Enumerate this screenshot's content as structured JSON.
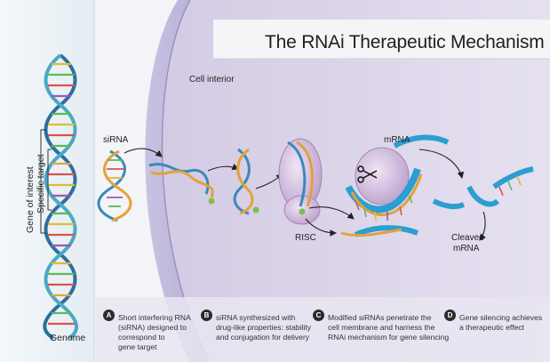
{
  "title": "The RNAi Therapeutic Mechanism",
  "labels": {
    "cell_interior": "Cell interior",
    "sirna": "siRNA",
    "mrna": "mRNA",
    "risc": "RISC",
    "cleaved_mrna_line1": "Cleaved",
    "cleaved_mrna_line2": "mRNA",
    "genome": "Genome",
    "gene_of_interest": "Gene of interest",
    "specific_target": "Specific target"
  },
  "steps": [
    {
      "letter": "A",
      "lines": [
        "Short interfering RNA",
        "(siRNA) designed to",
        "correspond to",
        "gene target"
      ]
    },
    {
      "letter": "B",
      "lines": [
        "siRNA synthesized with",
        "drug-like properties: stability",
        "and conjugation for delivery"
      ]
    },
    {
      "letter": "C",
      "lines": [
        "Modified siRNAs penetrate the",
        "cell membrane and harness the",
        "RNAi mechanism for gene silencing"
      ]
    },
    {
      "letter": "D",
      "lines": [
        "Gene silencing achieves",
        "a therapeutic effect"
      ]
    }
  ],
  "colors": {
    "cell_fill": "#dcd5ea",
    "membrane": "#8f86b8",
    "left_panel": "#eaf1f5",
    "mrna_strand": "#2a9fd0",
    "risc": "#c9b2d8"
  }
}
